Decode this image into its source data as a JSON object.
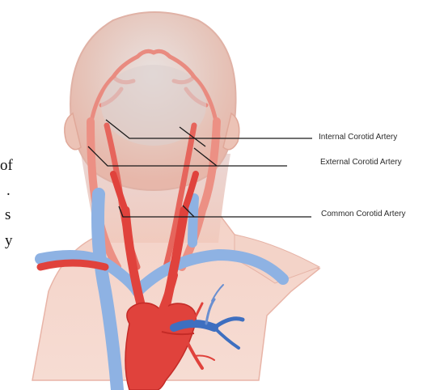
{
  "labels": {
    "internal": "Internal Corotid Artery",
    "external": "External Corotid Artery",
    "common": "Common Corotid Artery"
  },
  "bleed_text": [
    "of",
    ".",
    "s",
    "y"
  ],
  "colors": {
    "skin": "#f1cfc3",
    "skin_shadow": "#e6b3a6",
    "artery": "#e0423c",
    "artery_light": "#ec8a7e",
    "vein": "#7ea6dc",
    "vein_dark": "#3e6fc0",
    "leader_line": "#1a1a1a"
  }
}
